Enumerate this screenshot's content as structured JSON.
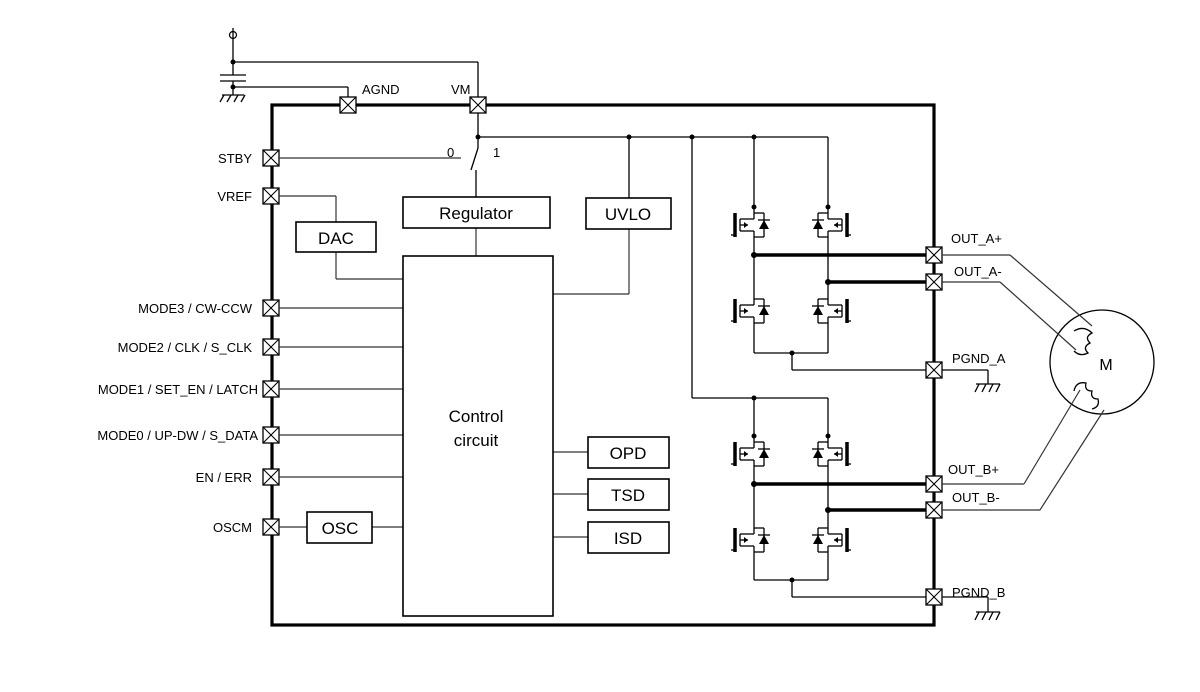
{
  "pins_left": [
    {
      "id": "stby",
      "label": "STBY"
    },
    {
      "id": "vref",
      "label": "VREF"
    },
    {
      "id": "mode3",
      "label": "MODE3 / CW-CCW"
    },
    {
      "id": "mode2",
      "label": "MODE2 / CLK / S_CLK"
    },
    {
      "id": "mode1",
      "label": "MODE1 / SET_EN / LATCH"
    },
    {
      "id": "mode0",
      "label": "MODE0 / UP-DW / S_DATA"
    },
    {
      "id": "en",
      "label": "EN / ERR"
    },
    {
      "id": "oscm",
      "label": "OSCM"
    }
  ],
  "pins_top": [
    {
      "id": "agnd",
      "label": "AGND"
    },
    {
      "id": "vm",
      "label": "VM"
    }
  ],
  "pins_right": [
    {
      "id": "outa_p",
      "label": "OUT_A+"
    },
    {
      "id": "outa_m",
      "label": "OUT_A-"
    },
    {
      "id": "pgnd_a",
      "label": "PGND_A"
    },
    {
      "id": "outb_p",
      "label": "OUT_B+"
    },
    {
      "id": "outb_m",
      "label": "OUT_B-"
    },
    {
      "id": "pgnd_b",
      "label": "PGND_B"
    }
  ],
  "blocks": {
    "regulator": "Regulator",
    "uvlo": "UVLO",
    "dac": "DAC",
    "control_line1": "Control",
    "control_line2": "circuit",
    "opd": "OPD",
    "tsd": "TSD",
    "isd": "ISD",
    "osc": "OSC"
  },
  "switch": {
    "pos0": "0",
    "pos1": "1"
  },
  "motor": {
    "label": "M"
  }
}
